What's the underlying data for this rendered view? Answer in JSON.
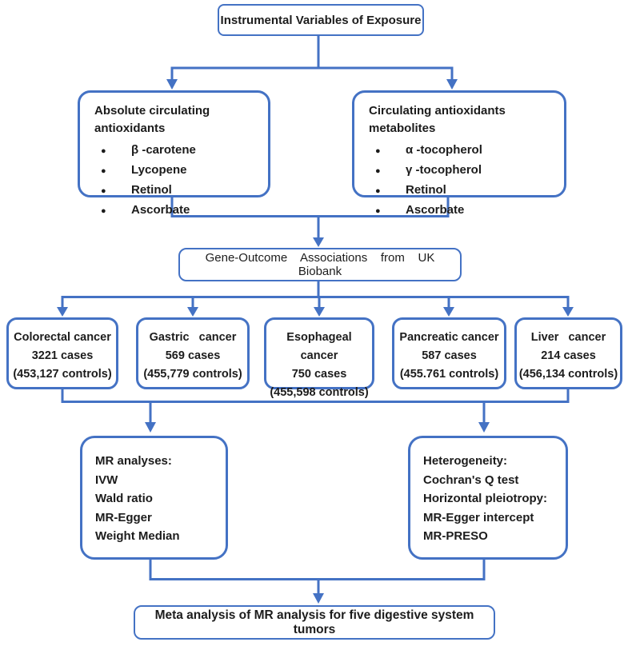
{
  "diagram": {
    "top": {
      "label": "Instrumental Variables of Exposure"
    },
    "exposure_left": {
      "title": "Absolute circulating antioxidants",
      "items": [
        "β -carotene",
        "Lycopene",
        "Retinol",
        "Ascorbate"
      ]
    },
    "exposure_right": {
      "title": "Circulating antioxidants metabolites",
      "items": [
        "α -tocopherol",
        "γ -tocopherol",
        "Retinol",
        "Ascorbate"
      ]
    },
    "gene_outcome": {
      "label": "Gene-Outcome    Associations    from    UK    Biobank"
    },
    "outcomes": [
      {
        "name": "Colorectal cancer",
        "cases": "3221 cases",
        "controls": "(453,127 controls)"
      },
      {
        "name": "Gastric   cancer",
        "cases": "569 cases",
        "controls": "(455,779 controls)"
      },
      {
        "name": "Esophageal cancer",
        "cases": "750 cases",
        "controls": "(455,598 controls)"
      },
      {
        "name": "Pancreatic cancer",
        "cases": "587 cases",
        "controls": "(455.761 controls)"
      },
      {
        "name": "Liver   cancer",
        "cases": "214 cases",
        "controls": "(456,134 controls)"
      }
    ],
    "mr_analyses": {
      "lines": [
        "MR analyses:",
        "IVW",
        "Wald ratio",
        "MR-Egger",
        "Weight Median"
      ]
    },
    "sensitivity": {
      "lines": [
        "Heterogeneity:",
        "Cochran's Q test",
        "Horizontal pleiotropy:",
        "MR-Egger intercept",
        "MR-PRESO"
      ]
    },
    "meta": {
      "label": "Meta analysis of MR analysis for five digestive system tumors"
    },
    "colors": {
      "line": "#4472C4",
      "text": "#1c1c1c",
      "background": "#ffffff"
    }
  },
  "icons": {
    "bullet": "●"
  }
}
